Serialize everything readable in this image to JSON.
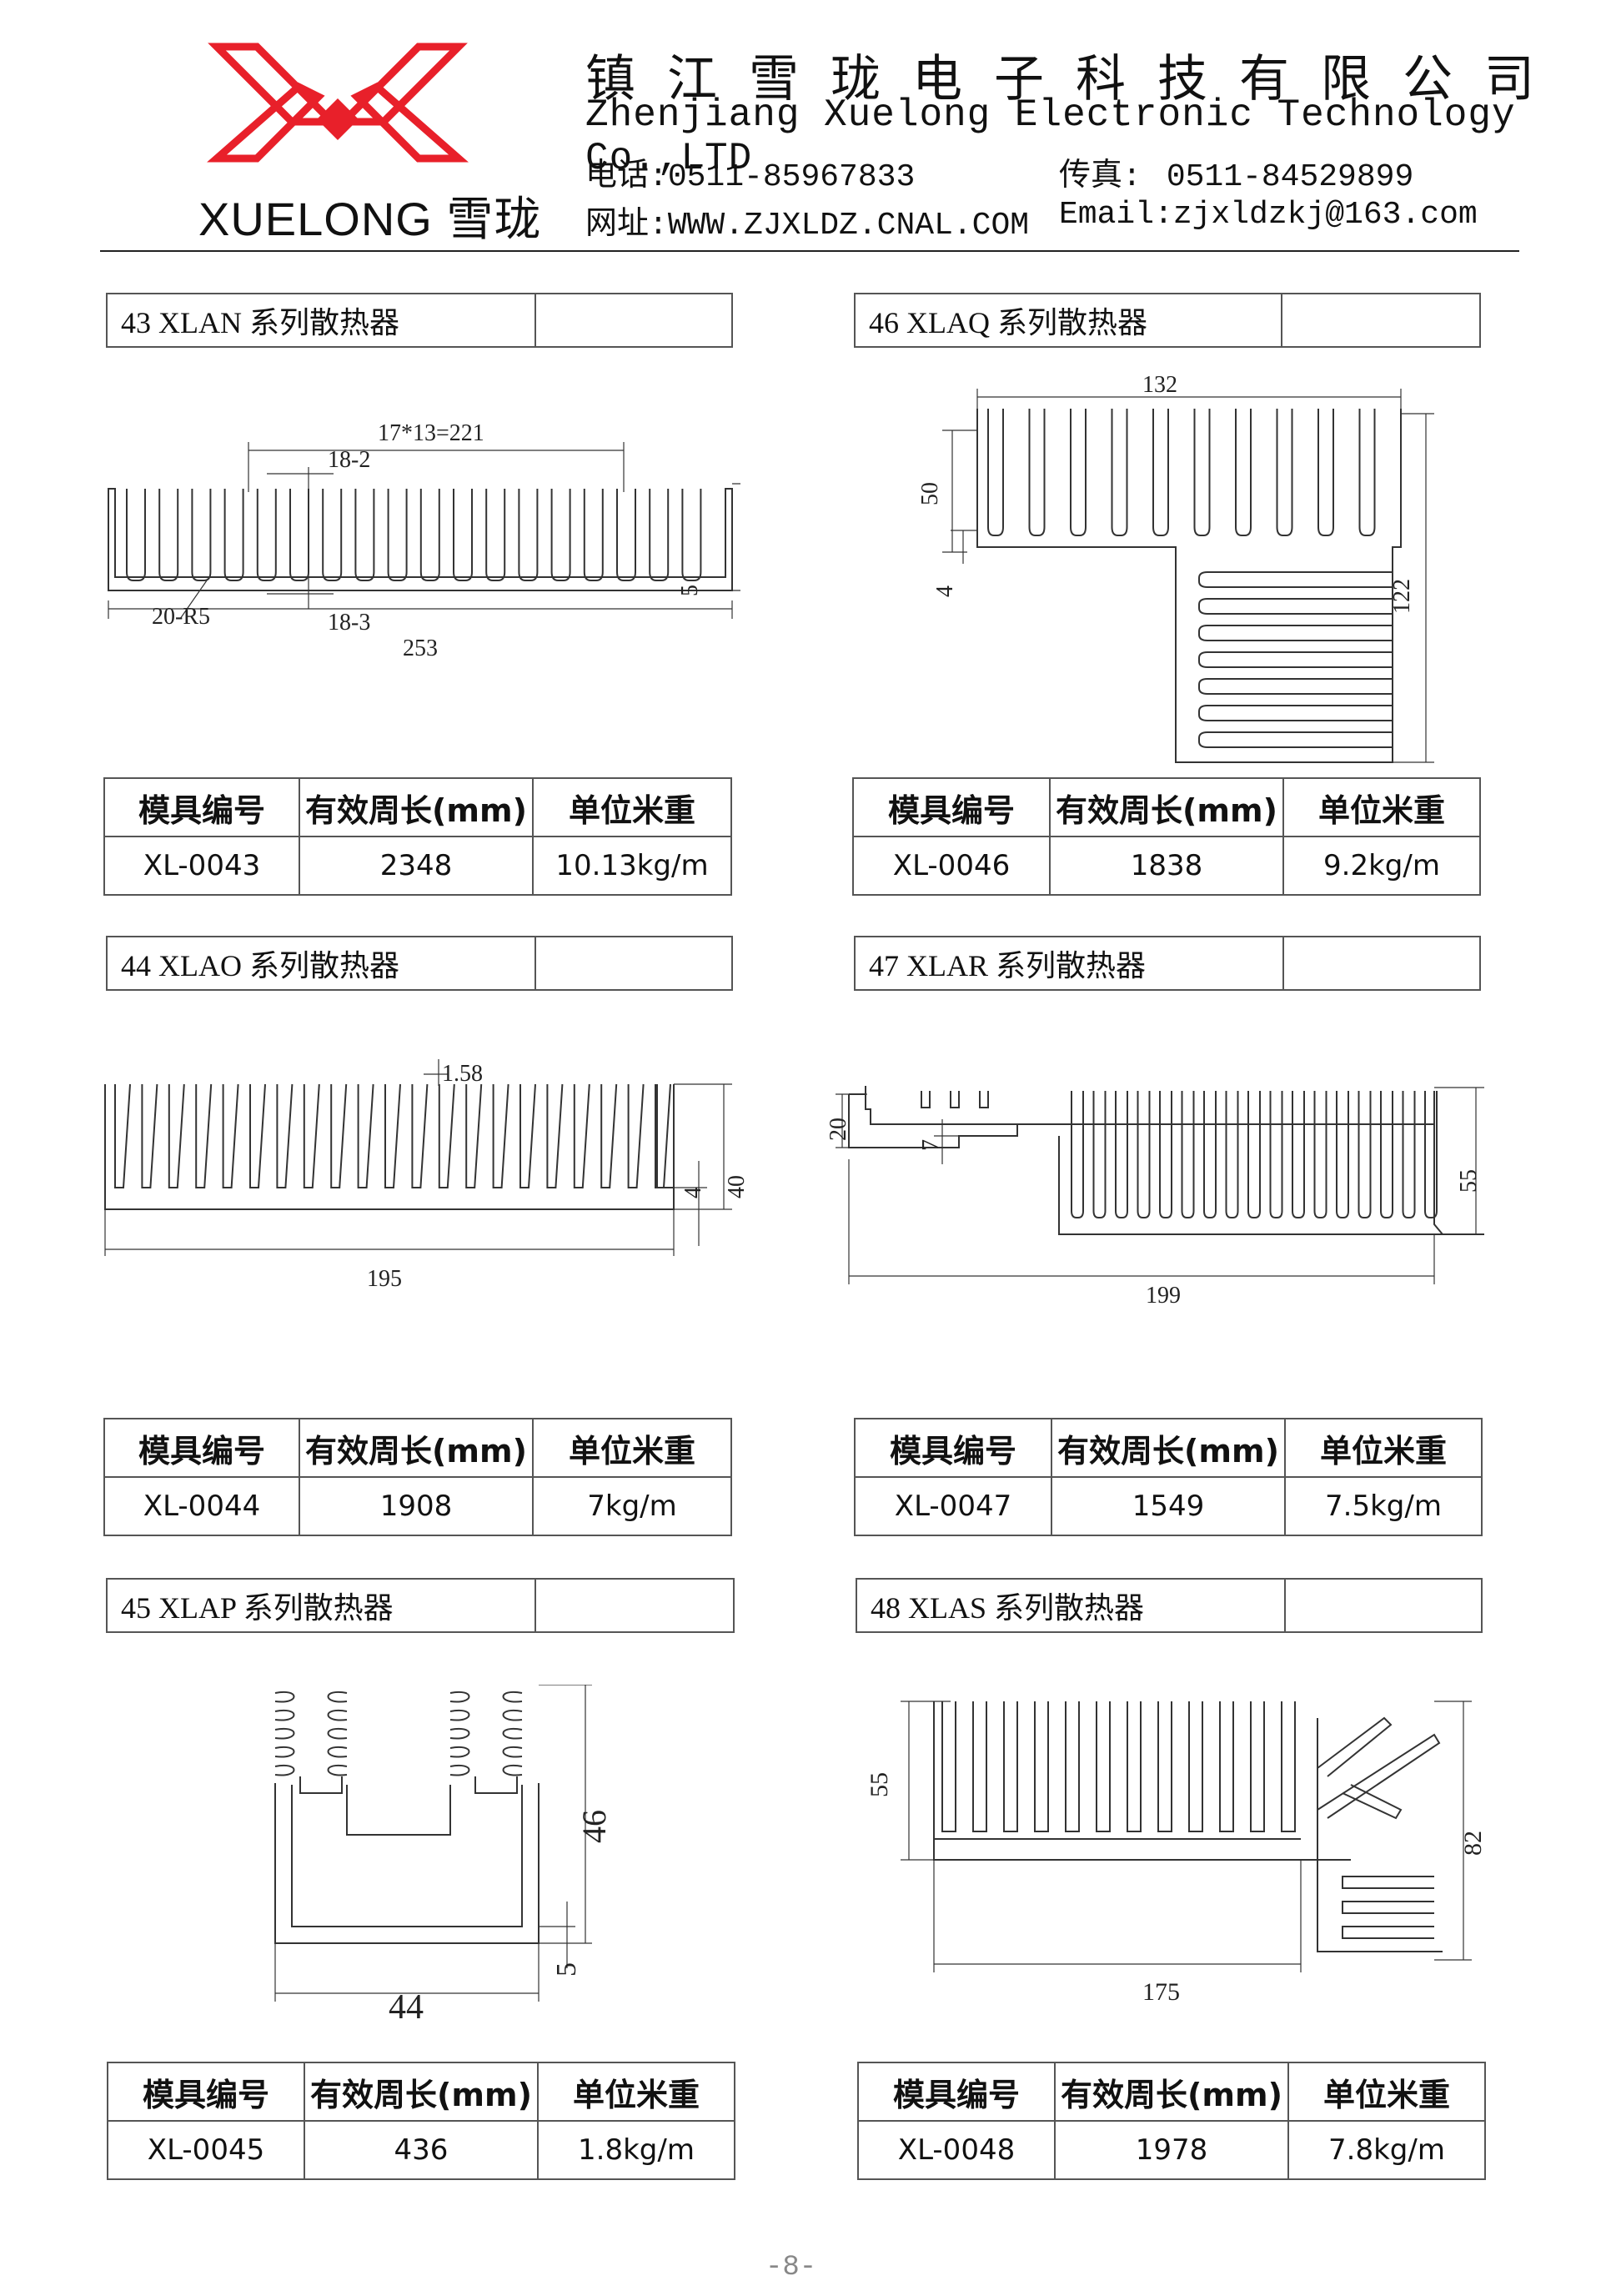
{
  "header": {
    "logo_text": "XUELONG 雪珑",
    "company_cn": "镇江雪珑电子科技有限公司",
    "company_en": "Zhenjiang Xuelong Electronic Technology Co.,LTD",
    "phone_label": "电话:",
    "phone": "0511-85967833",
    "fax_label": "传真:",
    "fax": "0511-84529899",
    "web_label": "网址:",
    "web": "WWW.ZJXLDZ.CNAL.COM",
    "email_label": "Email:",
    "email": "zjxldzkj@163.com"
  },
  "table_headers": {
    "mold_no": "模具编号",
    "perimeter": "有效周长(mm)",
    "unit_weight": "单位米重"
  },
  "products": [
    {
      "title": "43 XLAN 系列散热器",
      "mold_no": "XL-0043",
      "perimeter": "2348",
      "unit_weight": "10.13kg/m",
      "dims": [
        "17*13=221",
        "18-2",
        "20-R5",
        "18-3",
        "253",
        "50",
        "5"
      ]
    },
    {
      "title": "46 XLAQ 系列散热器",
      "mold_no": "XL-0046",
      "perimeter": "1838",
      "unit_weight": "9.2kg/m",
      "dims": [
        "132",
        "50",
        "4",
        "122"
      ]
    },
    {
      "title": "44 XLAO 系列散热器",
      "mold_no": "XL-0044",
      "perimeter": "1908",
      "unit_weight": "7kg/m",
      "dims": [
        "1.58",
        "4",
        "40",
        "195"
      ]
    },
    {
      "title": "47 XLAR 系列散热器",
      "mold_no": "XL-0047",
      "perimeter": "1549",
      "unit_weight": "7.5kg/m",
      "dims": [
        "20",
        "7",
        "55",
        "199"
      ]
    },
    {
      "title": "45 XLAP 系列散热器",
      "mold_no": "XL-0045",
      "perimeter": "436",
      "unit_weight": "1.8kg/m",
      "dims": [
        "46",
        "5",
        "44"
      ]
    },
    {
      "title": "48 XLAS 系列散热器",
      "mold_no": "XL-0048",
      "perimeter": "1978",
      "unit_weight": "7.8kg/m",
      "dims": [
        "55",
        "82",
        "175"
      ]
    }
  ],
  "footer": {
    "page": "-8-"
  },
  "colors": {
    "logo_red": "#e8202a",
    "line": "#333333"
  }
}
